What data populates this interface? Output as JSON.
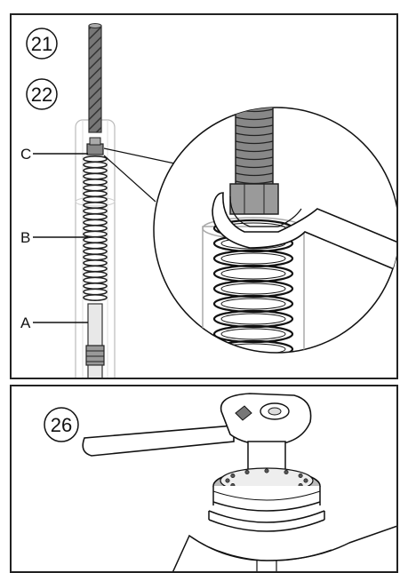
{
  "top_panel": {
    "step_numbers": [
      "21",
      "22"
    ],
    "callouts": {
      "c": "C",
      "b": "B",
      "a": "A"
    }
  },
  "bottom_panel": {
    "step_number": "26"
  }
}
